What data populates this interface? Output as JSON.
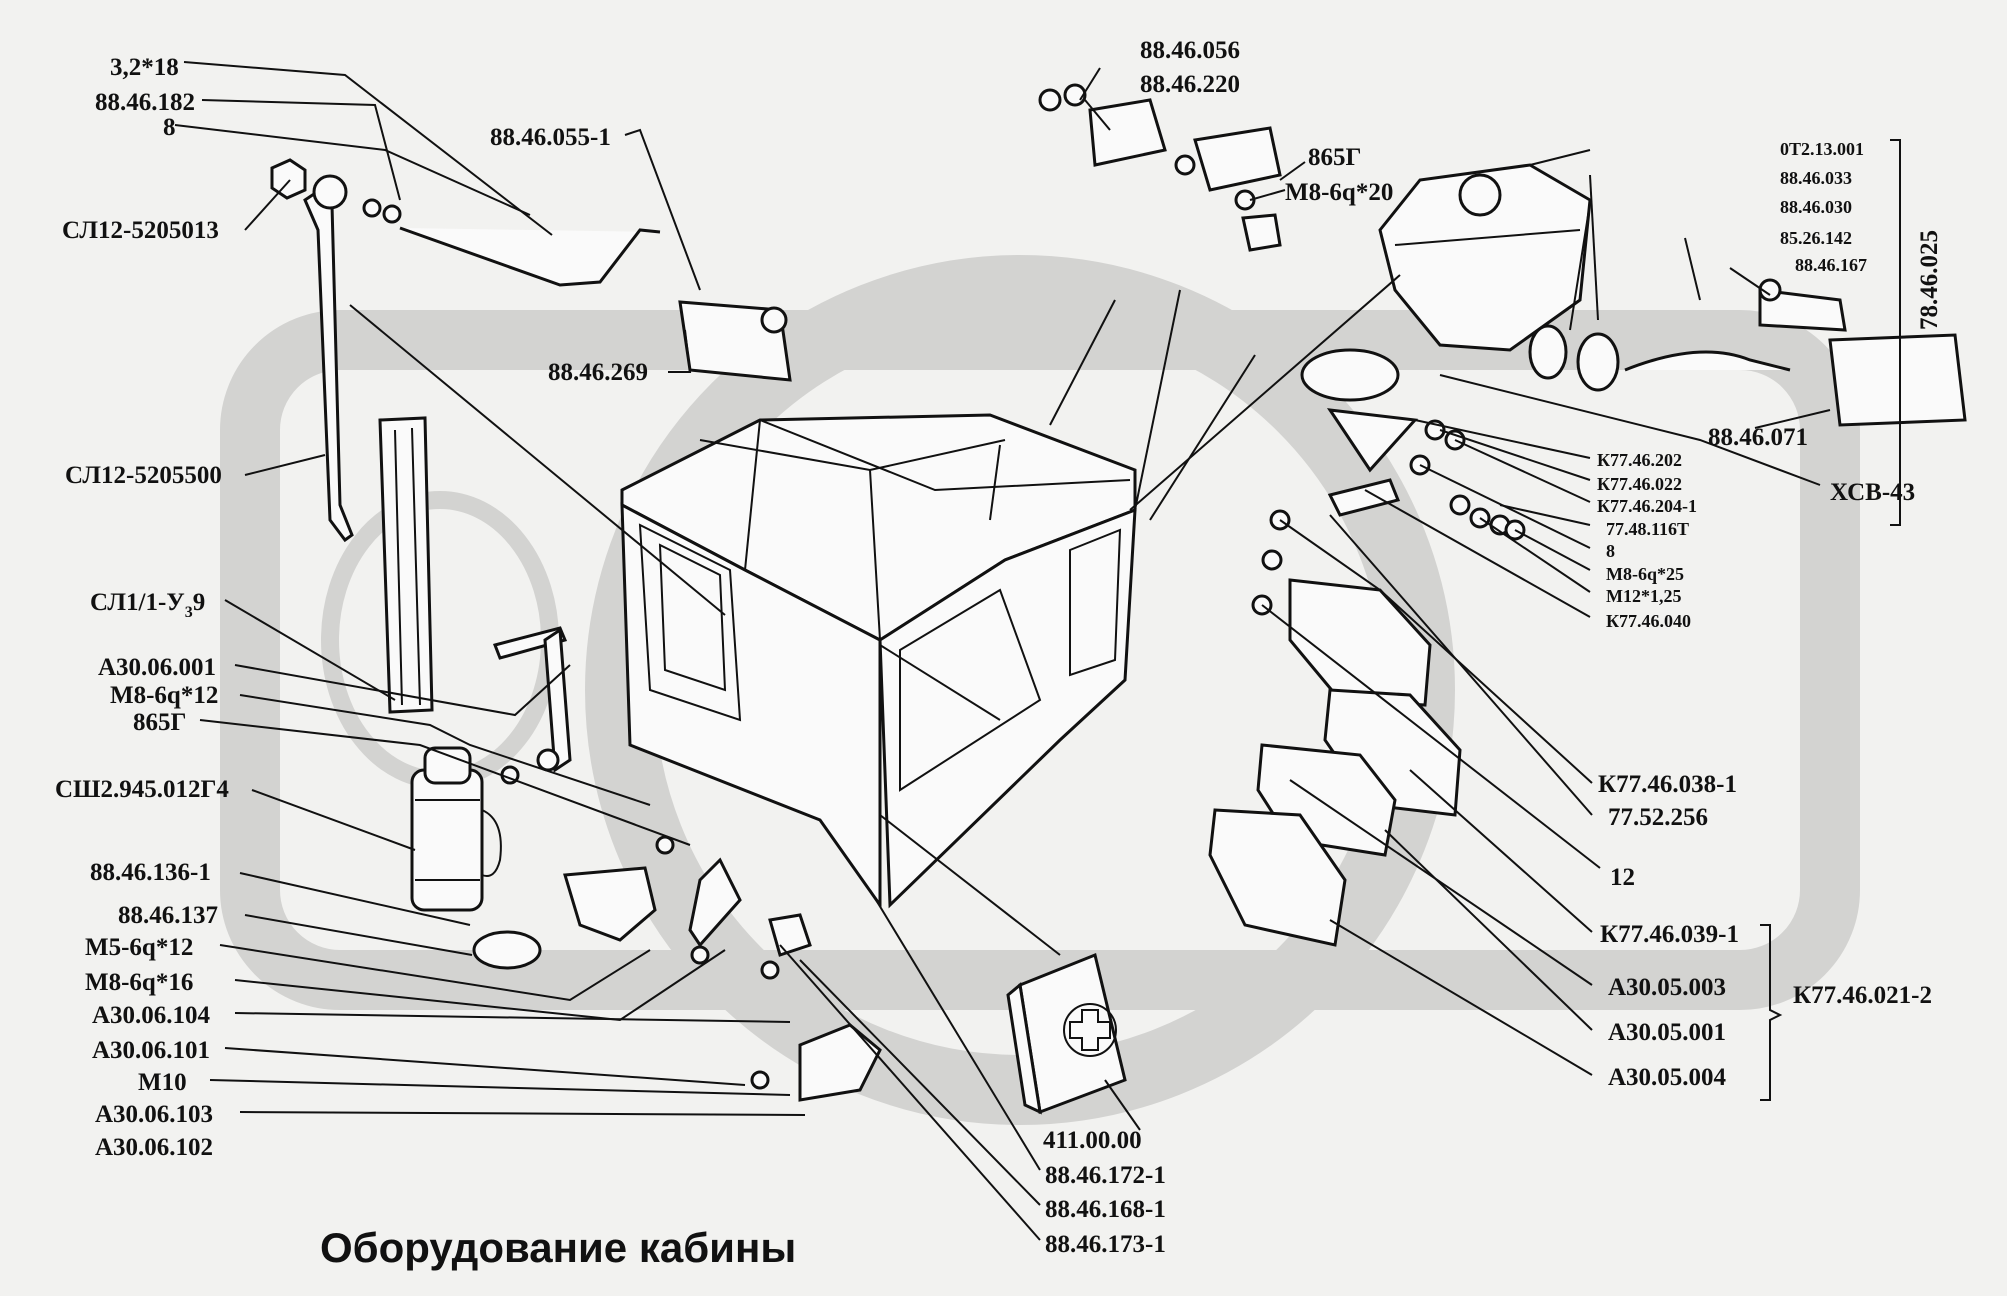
{
  "title": "Оборудование кабины",
  "labels": {
    "l_3_2x18": "3,2*18",
    "l_88_46_182": "88.46.182",
    "l_8_top": "8",
    "l_sl12_5205013": "СЛ12-5205013",
    "l_88_46_055_1": "88.46.055-1",
    "l_88_46_269": "88.46.269",
    "l_sl12_5205500": "СЛ12-5205500",
    "l_sl1_1_u3_9": "СЛ1/1-У",
    "l_sl1_1_u3_9_sub": "3",
    "l_sl1_1_u3_9_end": "9",
    "l_a30_06_001": "А30.06.001",
    "l_m8_6qx12": "М8-6q*12",
    "l_865g_left": "865Г",
    "l_sh2": "СШ2.945.012Г4",
    "l_88_46_136_1": "88.46.136-1",
    "l_88_46_137": "88.46.137",
    "l_m5_6qx12": "М5-6q*12",
    "l_m8_6qx16": "М8-6q*16",
    "l_a30_06_104": "А30.06.104",
    "l_a30_06_101": "А30.06.101",
    "l_m10": "М10",
    "l_a30_06_103": "А30.06.103",
    "l_a30_06_102": "А30.06.102",
    "l_88_46_056": "88.46.056",
    "l_88_46_220": "88.46.220",
    "l_865g_right": "865Г",
    "l_m8_6qx20": "М8-6q*20",
    "l_0t2_13_001": "0Т2.13.001",
    "l_88_46_033": "88.46.033",
    "l_88_46_030": "88.46.030",
    "l_85_26_142": "85.26.142",
    "l_88_46_167": "88.46.167",
    "l_78_46_025": "78.46.025",
    "l_88_46_071": "88.46.071",
    "l_hsv_43": "ХСВ-43",
    "l_k77_46_202": "К77.46.202",
    "l_k77_46_022": "К77.46.022",
    "l_k77_46_204_1": "К77.46.204-1",
    "l_77_48_116t": "77.48.116Т",
    "l_8_right": "8",
    "l_m8_6qx25": "М8-6q*25",
    "l_m12x1_25": "М12*1,25",
    "l_k77_46_040": "К77.46.040",
    "l_k77_46_038_1": "К77.46.038-1",
    "l_77_52_256": "77.52.256",
    "l_12": "12",
    "l_k77_46_039_1": "К77.46.039-1",
    "l_a30_05_003": "А30.05.003",
    "l_k77_46_021_2": "К77.46.021-2",
    "l_a30_05_001": "А30.05.001",
    "l_a30_05_004": "А30.05.004",
    "l_411_00_00": "411.00.00",
    "l_88_46_172_1": "88.46.172-1",
    "l_88_46_168_1": "88.46.168-1",
    "l_88_46_173_1": "88.46.173-1"
  }
}
